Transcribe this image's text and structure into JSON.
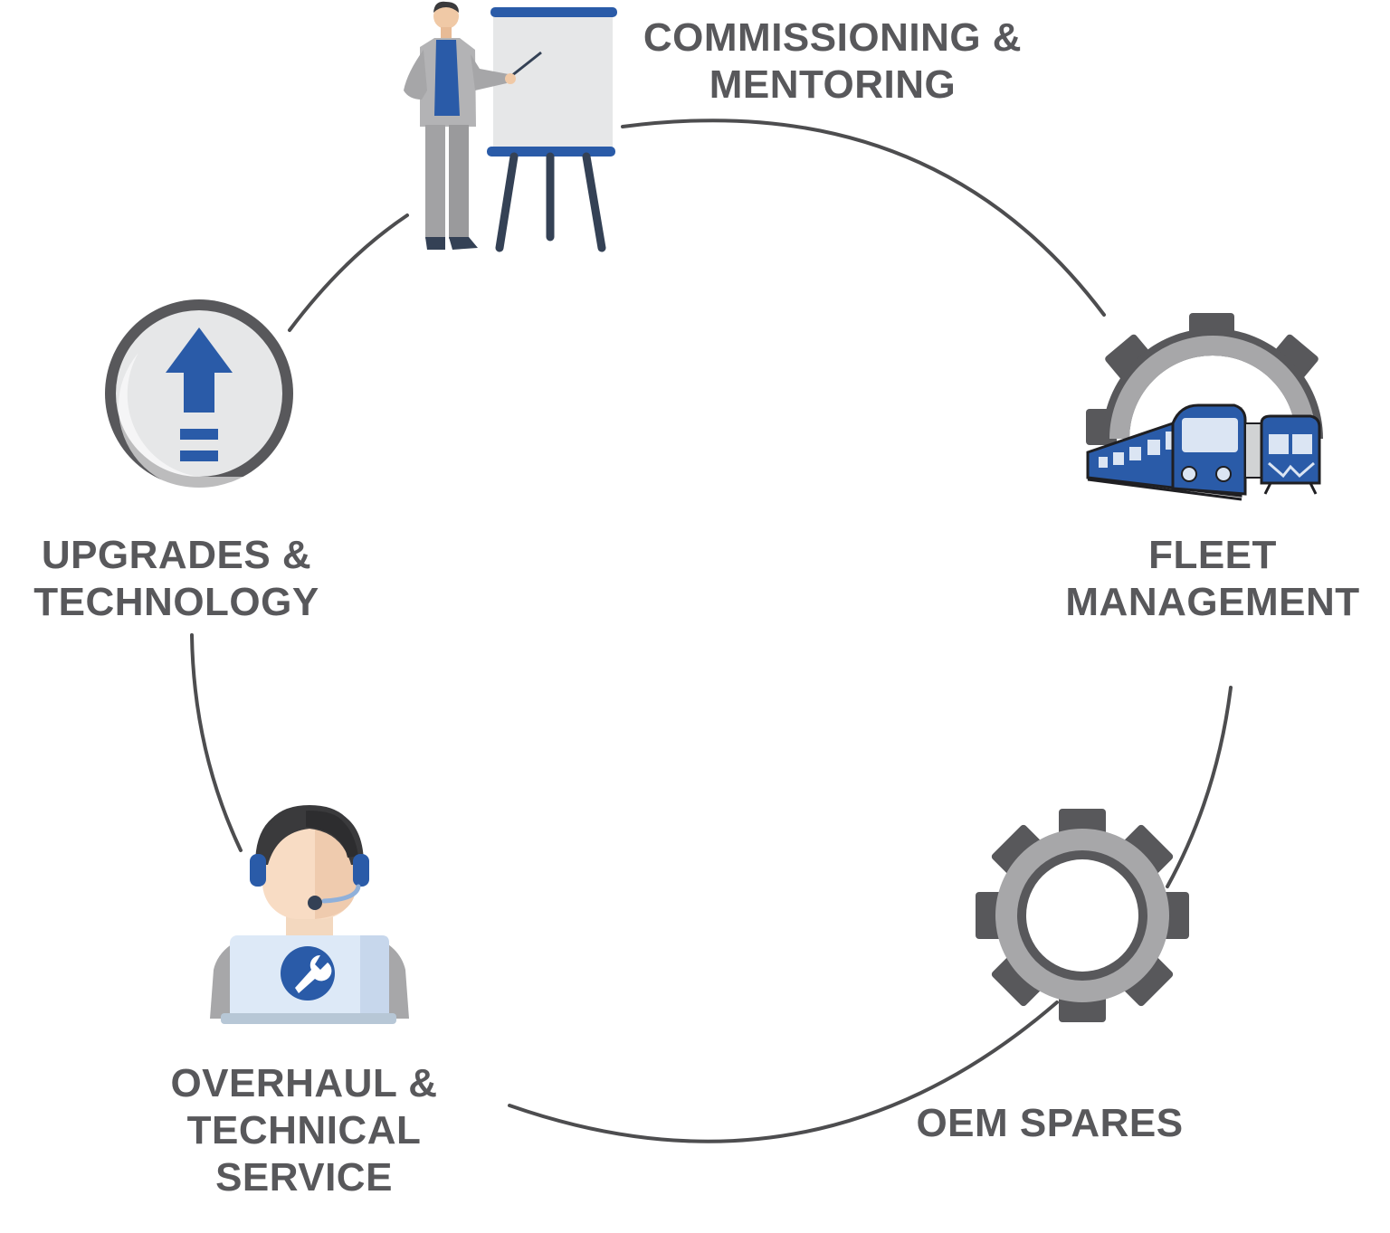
{
  "diagram": {
    "type": "service-cycle",
    "colors": {
      "text": "#58585b",
      "connector": "#4d4d4f",
      "accent_blue": "#2a5ba8",
      "gray_dark": "#58585b",
      "gray_mid": "#a7a7a9",
      "gray_light": "#e6e7e8"
    },
    "nodes": [
      {
        "id": "commissioning",
        "icon": "presenter-whiteboard-icon",
        "label_lines": [
          "COMMISSIONING &",
          "MENTORING"
        ]
      },
      {
        "id": "fleet",
        "icon": "gear-train-icon",
        "label_lines": [
          "FLEET",
          "MANAGEMENT"
        ]
      },
      {
        "id": "spares",
        "icon": "gear-icon",
        "label_lines": [
          "OEM SPARES"
        ]
      },
      {
        "id": "overhaul",
        "icon": "support-technician-icon",
        "label_lines": [
          "OVERHAUL &",
          "TECHNICAL",
          "SERVICE"
        ]
      },
      {
        "id": "upgrades",
        "icon": "upgrade-arrow-icon",
        "label_lines": [
          "UPGRADES &",
          "TECHNOLOGY"
        ]
      }
    ]
  }
}
